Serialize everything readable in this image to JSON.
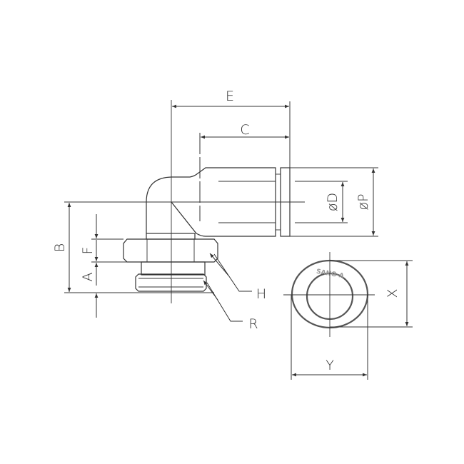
{
  "diagram": {
    "labels": {
      "E": "E",
      "C": "C",
      "B": "B",
      "F": "F",
      "A": "A",
      "H": "H",
      "R": "R",
      "D": "øD",
      "P": "øP",
      "X": "X",
      "Y": "Y"
    },
    "ring_marking": "SANG-A",
    "line_color": "#333333"
  }
}
